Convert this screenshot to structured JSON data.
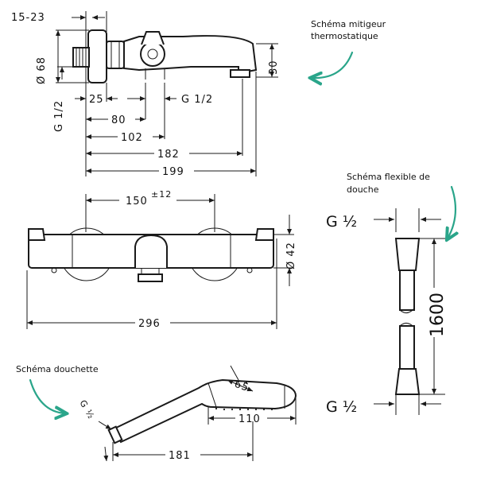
{
  "captions": {
    "mixer": [
      "Schéma mitigeur",
      "thermostatique"
    ],
    "hose": [
      "Schéma flexible de",
      "douche"
    ],
    "handshower": "Schéma douchette"
  },
  "icons": {
    "arrow": "curved-arrow-icon"
  },
  "colors": {
    "accent": "#2aa58a",
    "line": "#1a1a1a"
  },
  "top_view": {
    "d_15_23": "15-23",
    "d_68": "Ø 68",
    "d_g12_left": "G 1/2",
    "d_25": "25",
    "d_g12_right": "G 1/2",
    "d_30": "30",
    "d_80": "80",
    "d_102": "102",
    "d_182": "182",
    "d_199": "199"
  },
  "front_view": {
    "d_150": "150",
    "d_150_tol": "±12",
    "d_42": "Ø 42",
    "d_296": "296"
  },
  "hose_view": {
    "g_top": "G ½",
    "g_bottom": "G ½",
    "length": "1600"
  },
  "handshower_view": {
    "g": "G ½",
    "d_65": "65",
    "d_110": "110",
    "d_181": "181"
  }
}
